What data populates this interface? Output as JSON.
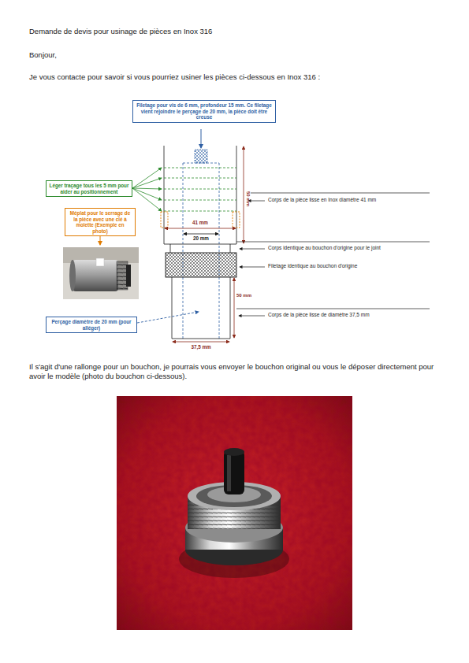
{
  "diagram": {
    "title": "Demande de devis pour usinage de pièces en Inox 316",
    "nodes": [
      {
        "text": [
          "Filetage pour vis de 6 mm, profondeur 15 mm. Ce filetage vient rejoindre le perçage de 20 mm, la pièce doit être creuse"
        ]
      },
      {
        "text": [
          "Léger traçage tous les 5 mm pour aider au positionnement"
        ]
      },
      {
        "text": [
          "Méplat pour le serrage de la pièce avec une clé à molette (Exemple en photo)"
        ]
      },
      {
        "text": [
          "Perçage diamètre de 20 mm (pour alléger)"
        ]
      }
    ],
    "labels": [
      "Bonjour,",
      "Je vous contacte pour savoir si vous pourriez usiner les pièces ci-dessous en Inox 316 :",
      "50 mm",
      "Corps de la pièce lisse en Inox diamètre 41 mm",
      "41 mm",
      "20 mm",
      "Corps identique au bouchon d'origine pour le joint",
      "Filetage identique au bouchon d'origine",
      "50 mm",
      "Corps de la pièce lisse de diamètre 37,5 mm",
      "37,5 mm",
      "Il s'agit d'une rallonge pour un bouchon, je pourrais vous envoyer le bouchon original ou vous le déposer directement pour avoir le modèle (photo du bouchon ci-dessous)."
    ]
  }
}
